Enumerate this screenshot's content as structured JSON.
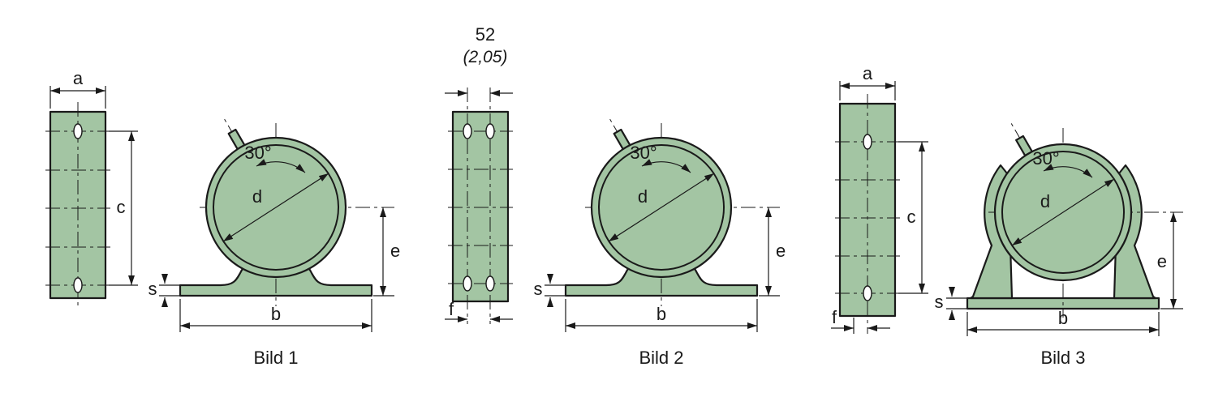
{
  "colors": {
    "fill_green": "#a3c5a3",
    "line_color": "#1a1a1a"
  },
  "figures": [
    {
      "caption": "Bild 1",
      "labels": {
        "a": "a",
        "b": "b",
        "c": "c",
        "d": "d",
        "e": "e",
        "s": "s",
        "angle": "30°"
      }
    },
    {
      "caption": "Bild 2",
      "labels": {
        "b": "b",
        "d": "d",
        "e": "e",
        "s": "s",
        "f": "f",
        "angle": "30°"
      },
      "hole_spacing": {
        "mm": "52",
        "inch": "(2,05)"
      }
    },
    {
      "caption": "Bild 3",
      "labels": {
        "a": "a",
        "b": "b",
        "c": "c",
        "d": "d",
        "e": "e",
        "s": "s",
        "f": "f",
        "angle": "30°"
      }
    }
  ]
}
